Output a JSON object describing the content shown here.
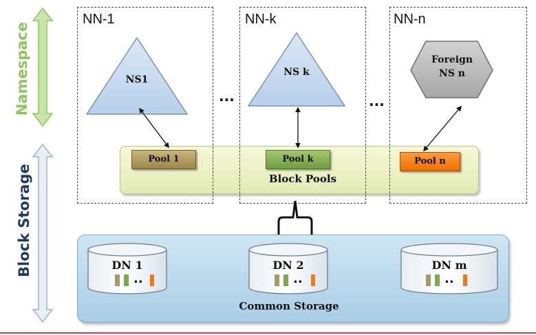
{
  "side_labels": {
    "namespace": "Namespace",
    "block_storage": "Block Storage"
  },
  "namenodes": [
    {
      "title": "NN-1",
      "namespace": "NS1"
    },
    {
      "title": "NN-k",
      "namespace": "NS k"
    },
    {
      "title": "NN-n",
      "namespace_line1": "Foreign",
      "namespace_line2": "NS n"
    }
  ],
  "ellipsis": [
    "...",
    "..."
  ],
  "pools": {
    "pool_1": "Pool  1",
    "pool_k": "Pool  k",
    "pool_n": "Pool  n",
    "band_label": "Block Pools"
  },
  "datanodes": [
    {
      "label": "DN 1",
      "dots": ".."
    },
    {
      "label": "DN 2",
      "dots": ".."
    },
    {
      "label": "DN m",
      "dots": ".."
    }
  ],
  "storage_label": "Common Storage",
  "colors": {
    "namespace_arrow": "#8cc65a",
    "block_storage_arrow": "#dbe6ef",
    "triangle_fill": "#c9dcf0",
    "hexagon_fill": "#b8b8b8",
    "pool_1": "#b39c5d",
    "pool_k": "#86b254",
    "pool_n": "#f57f17",
    "storage": "#b8d8ec"
  }
}
